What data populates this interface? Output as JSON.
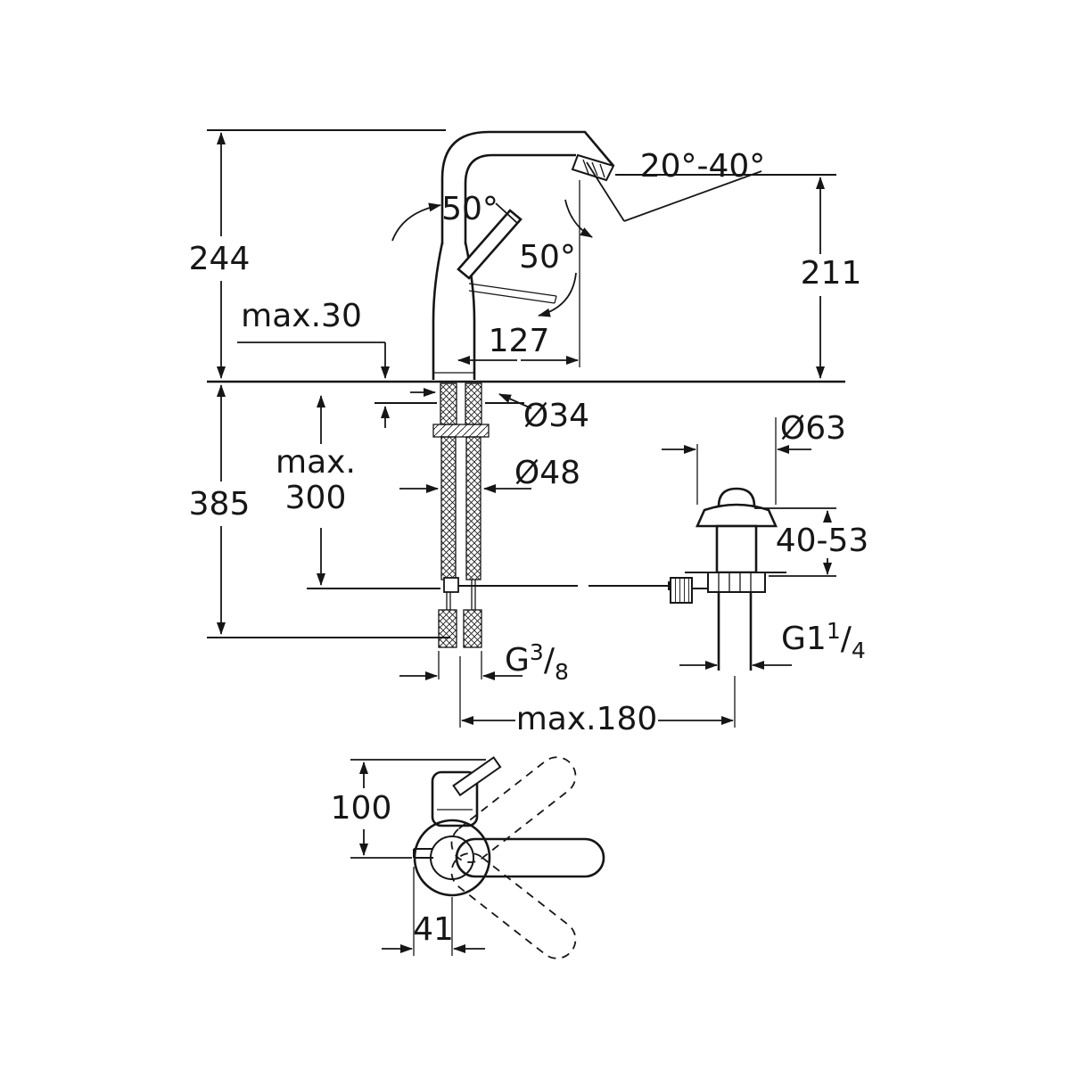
{
  "drawing": {
    "kind": "faucet-technical-dimension-drawing",
    "line_color": "#161616",
    "background": "#ffffff"
  },
  "labels": {
    "height_244": "244",
    "deck_max30": "max.30",
    "below_385": "385",
    "hose_max_line1": "max.",
    "hose_max_line2": "300",
    "angle50_a": "50°",
    "angle50_b": "50°",
    "swivel_20_40": "20°-40°",
    "spout_211": "211",
    "reach_127": "127",
    "dia34": "Ø34",
    "dia48": "Ø48",
    "dia63": "Ø63",
    "range_40_53": "40-53",
    "g114_base": "G1",
    "g114_sup": "1",
    "g114_slash": "/",
    "g114_sub": "4",
    "g38_base": "G",
    "g38_sup": "3",
    "g38_slash": "/",
    "g38_sub": "8",
    "max180": "max.180",
    "top_100": "100",
    "top_41": "41"
  }
}
